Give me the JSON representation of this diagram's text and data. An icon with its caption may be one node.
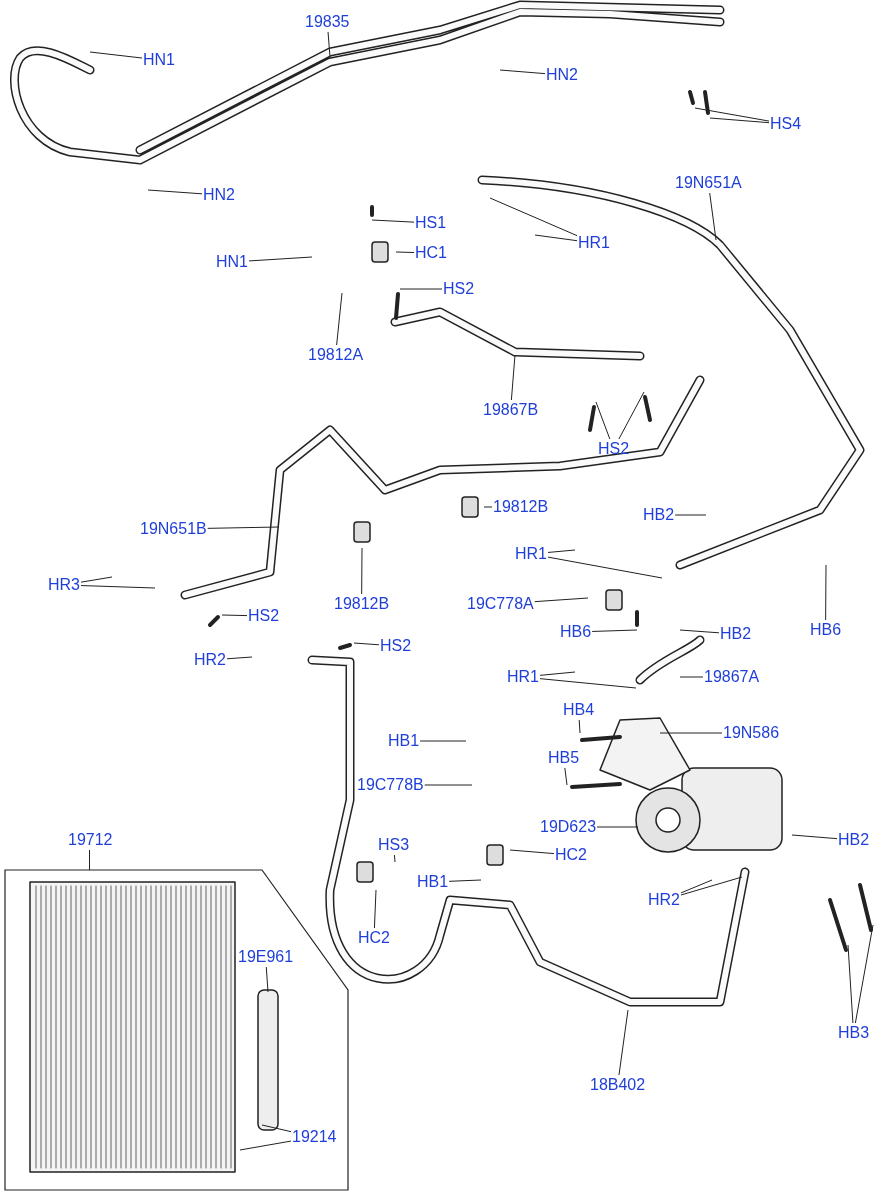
{
  "diagram": {
    "nodes": [
      {
        "text": [
          "19835"
        ]
      },
      {
        "text": [
          "HN1"
        ]
      },
      {
        "text": [
          "HN2"
        ]
      },
      {
        "text": [
          "HS4"
        ]
      },
      {
        "text": [
          "HN2"
        ]
      },
      {
        "text": [
          "19N651A"
        ]
      },
      {
        "text": [
          "HS1"
        ]
      },
      {
        "text": [
          "HR1"
        ]
      },
      {
        "text": [
          "HC1"
        ]
      },
      {
        "text": [
          "HN1"
        ]
      },
      {
        "text": [
          "HS2"
        ]
      },
      {
        "text": [
          "19812A"
        ]
      },
      {
        "text": [
          "19867B"
        ]
      },
      {
        "text": [
          "HS2"
        ]
      },
      {
        "text": [
          "19N651B"
        ]
      },
      {
        "text": [
          "19812B"
        ]
      },
      {
        "text": [
          "HB2"
        ]
      },
      {
        "text": [
          "HR1"
        ]
      },
      {
        "text": [
          "HR3"
        ]
      },
      {
        "text": [
          "19C778A"
        ]
      },
      {
        "text": [
          "19812B"
        ]
      },
      {
        "text": [
          "HS2"
        ]
      },
      {
        "text": [
          "HB6"
        ]
      },
      {
        "text": [
          "HB2"
        ]
      },
      {
        "text": [
          "HB6"
        ]
      },
      {
        "text": [
          "HR2"
        ]
      },
      {
        "text": [
          "HS2"
        ]
      },
      {
        "text": [
          "HR1"
        ]
      },
      {
        "text": [
          "19867A"
        ]
      },
      {
        "text": [
          "HB4"
        ]
      },
      {
        "text": [
          "19N586"
        ]
      },
      {
        "text": [
          "HB1"
        ]
      },
      {
        "text": [
          "HB5"
        ]
      },
      {
        "text": [
          "19C778B"
        ]
      },
      {
        "text": [
          "19D623"
        ]
      },
      {
        "text": [
          "HB2"
        ]
      },
      {
        "text": [
          "HS3"
        ]
      },
      {
        "text": [
          "HC2"
        ]
      },
      {
        "text": [
          "19712"
        ]
      },
      {
        "text": [],
        "shape": "box"
      },
      {
        "text": [
          "HB1"
        ]
      },
      {
        "text": [
          "HR2"
        ]
      },
      {
        "text": [
          "HC2"
        ]
      },
      {
        "text": [
          "19E961"
        ],
        "in": 39
      },
      {
        "text": [
          "HB3"
        ]
      },
      {
        "text": [
          "18B402"
        ]
      },
      {
        "text": [
          "19214"
        ],
        "in": 39
      }
    ],
    "edges": [
      {
        "from": 0,
        "to": null,
        "arrow": "none"
      },
      {
        "from": 1,
        "to": null,
        "arrow": "none"
      },
      {
        "from": 2,
        "to": null,
        "arrow": "none"
      },
      {
        "from": 3,
        "to": null,
        "arrow": "none"
      },
      {
        "from": 3,
        "to": null,
        "arrow": "none"
      },
      {
        "from": 4,
        "to": null,
        "arrow": "none"
      },
      {
        "from": 5,
        "to": null,
        "arrow": "none"
      },
      {
        "from": 6,
        "to": null,
        "arrow": "none"
      },
      {
        "from": 7,
        "to": null,
        "arrow": "none"
      },
      {
        "from": 7,
        "to": null,
        "arrow": "none"
      },
      {
        "from": 8,
        "to": null,
        "arrow": "none"
      },
      {
        "from": 9,
        "to": null,
        "arrow": "none"
      },
      {
        "from": 10,
        "to": null,
        "arrow": "none"
      },
      {
        "from": 11,
        "to": null,
        "arrow": "none"
      },
      {
        "from": 12,
        "to": null,
        "arrow": "none"
      },
      {
        "from": 13,
        "to": null,
        "arrow": "none"
      },
      {
        "from": 13,
        "to": null,
        "arrow": "none"
      },
      {
        "from": 14,
        "to": null,
        "arrow": "none"
      },
      {
        "from": 15,
        "to": null,
        "arrow": "none"
      },
      {
        "from": 16,
        "to": null,
        "arrow": "none"
      },
      {
        "from": 17,
        "to": null,
        "arrow": "none"
      },
      {
        "from": 17,
        "to": null,
        "arrow": "none"
      },
      {
        "from": 18,
        "to": null,
        "arrow": "none"
      },
      {
        "from": 18,
        "to": null,
        "arrow": "none"
      },
      {
        "from": 19,
        "to": null,
        "arrow": "none"
      },
      {
        "from": 20,
        "to": null,
        "arrow": "none"
      },
      {
        "from": 21,
        "to": null,
        "arrow": "none"
      },
      {
        "from": 22,
        "to": null,
        "arrow": "none"
      },
      {
        "from": 23,
        "to": null,
        "arrow": "none"
      },
      {
        "from": 24,
        "to": null,
        "arrow": "none"
      },
      {
        "from": 25,
        "to": null,
        "arrow": "none"
      },
      {
        "from": 26,
        "to": null,
        "arrow": "none"
      },
      {
        "from": 27,
        "to": null,
        "arrow": "none"
      },
      {
        "from": 27,
        "to": null,
        "arrow": "none"
      },
      {
        "from": 28,
        "to": null,
        "arrow": "none"
      },
      {
        "from": 29,
        "to": null,
        "arrow": "none"
      },
      {
        "from": 30,
        "to": null,
        "arrow": "none"
      },
      {
        "from": 31,
        "to": null,
        "arrow": "none"
      },
      {
        "from": 32,
        "to": null,
        "arrow": "none"
      },
      {
        "from": 33,
        "to": null,
        "arrow": "none"
      },
      {
        "from": 34,
        "to": null,
        "arrow": "none"
      },
      {
        "from": 35,
        "to": null,
        "arrow": "none"
      },
      {
        "from": 36,
        "to": null,
        "arrow": "none"
      },
      {
        "from": 37,
        "to": null,
        "arrow": "none"
      },
      {
        "from": 38,
        "to": 39,
        "arrow": "none"
      },
      {
        "from": 40,
        "to": null,
        "arrow": "none"
      },
      {
        "from": 41,
        "to": null,
        "arrow": "none"
      },
      {
        "from": 41,
        "to": null,
        "arrow": "none"
      },
      {
        "from": 42,
        "to": null,
        "arrow": "none"
      },
      {
        "from": 43,
        "to": null,
        "arrow": "none"
      },
      {
        "from": 44,
        "to": null,
        "arrow": "none"
      },
      {
        "from": 44,
        "to": null,
        "arrow": "none"
      },
      {
        "from": 45,
        "to": null,
        "arrow": "none"
      },
      {
        "from": 46,
        "to": null,
        "arrow": "none"
      },
      {
        "from": 46,
        "to": null,
        "arrow": "none"
      }
    ]
  }
}
